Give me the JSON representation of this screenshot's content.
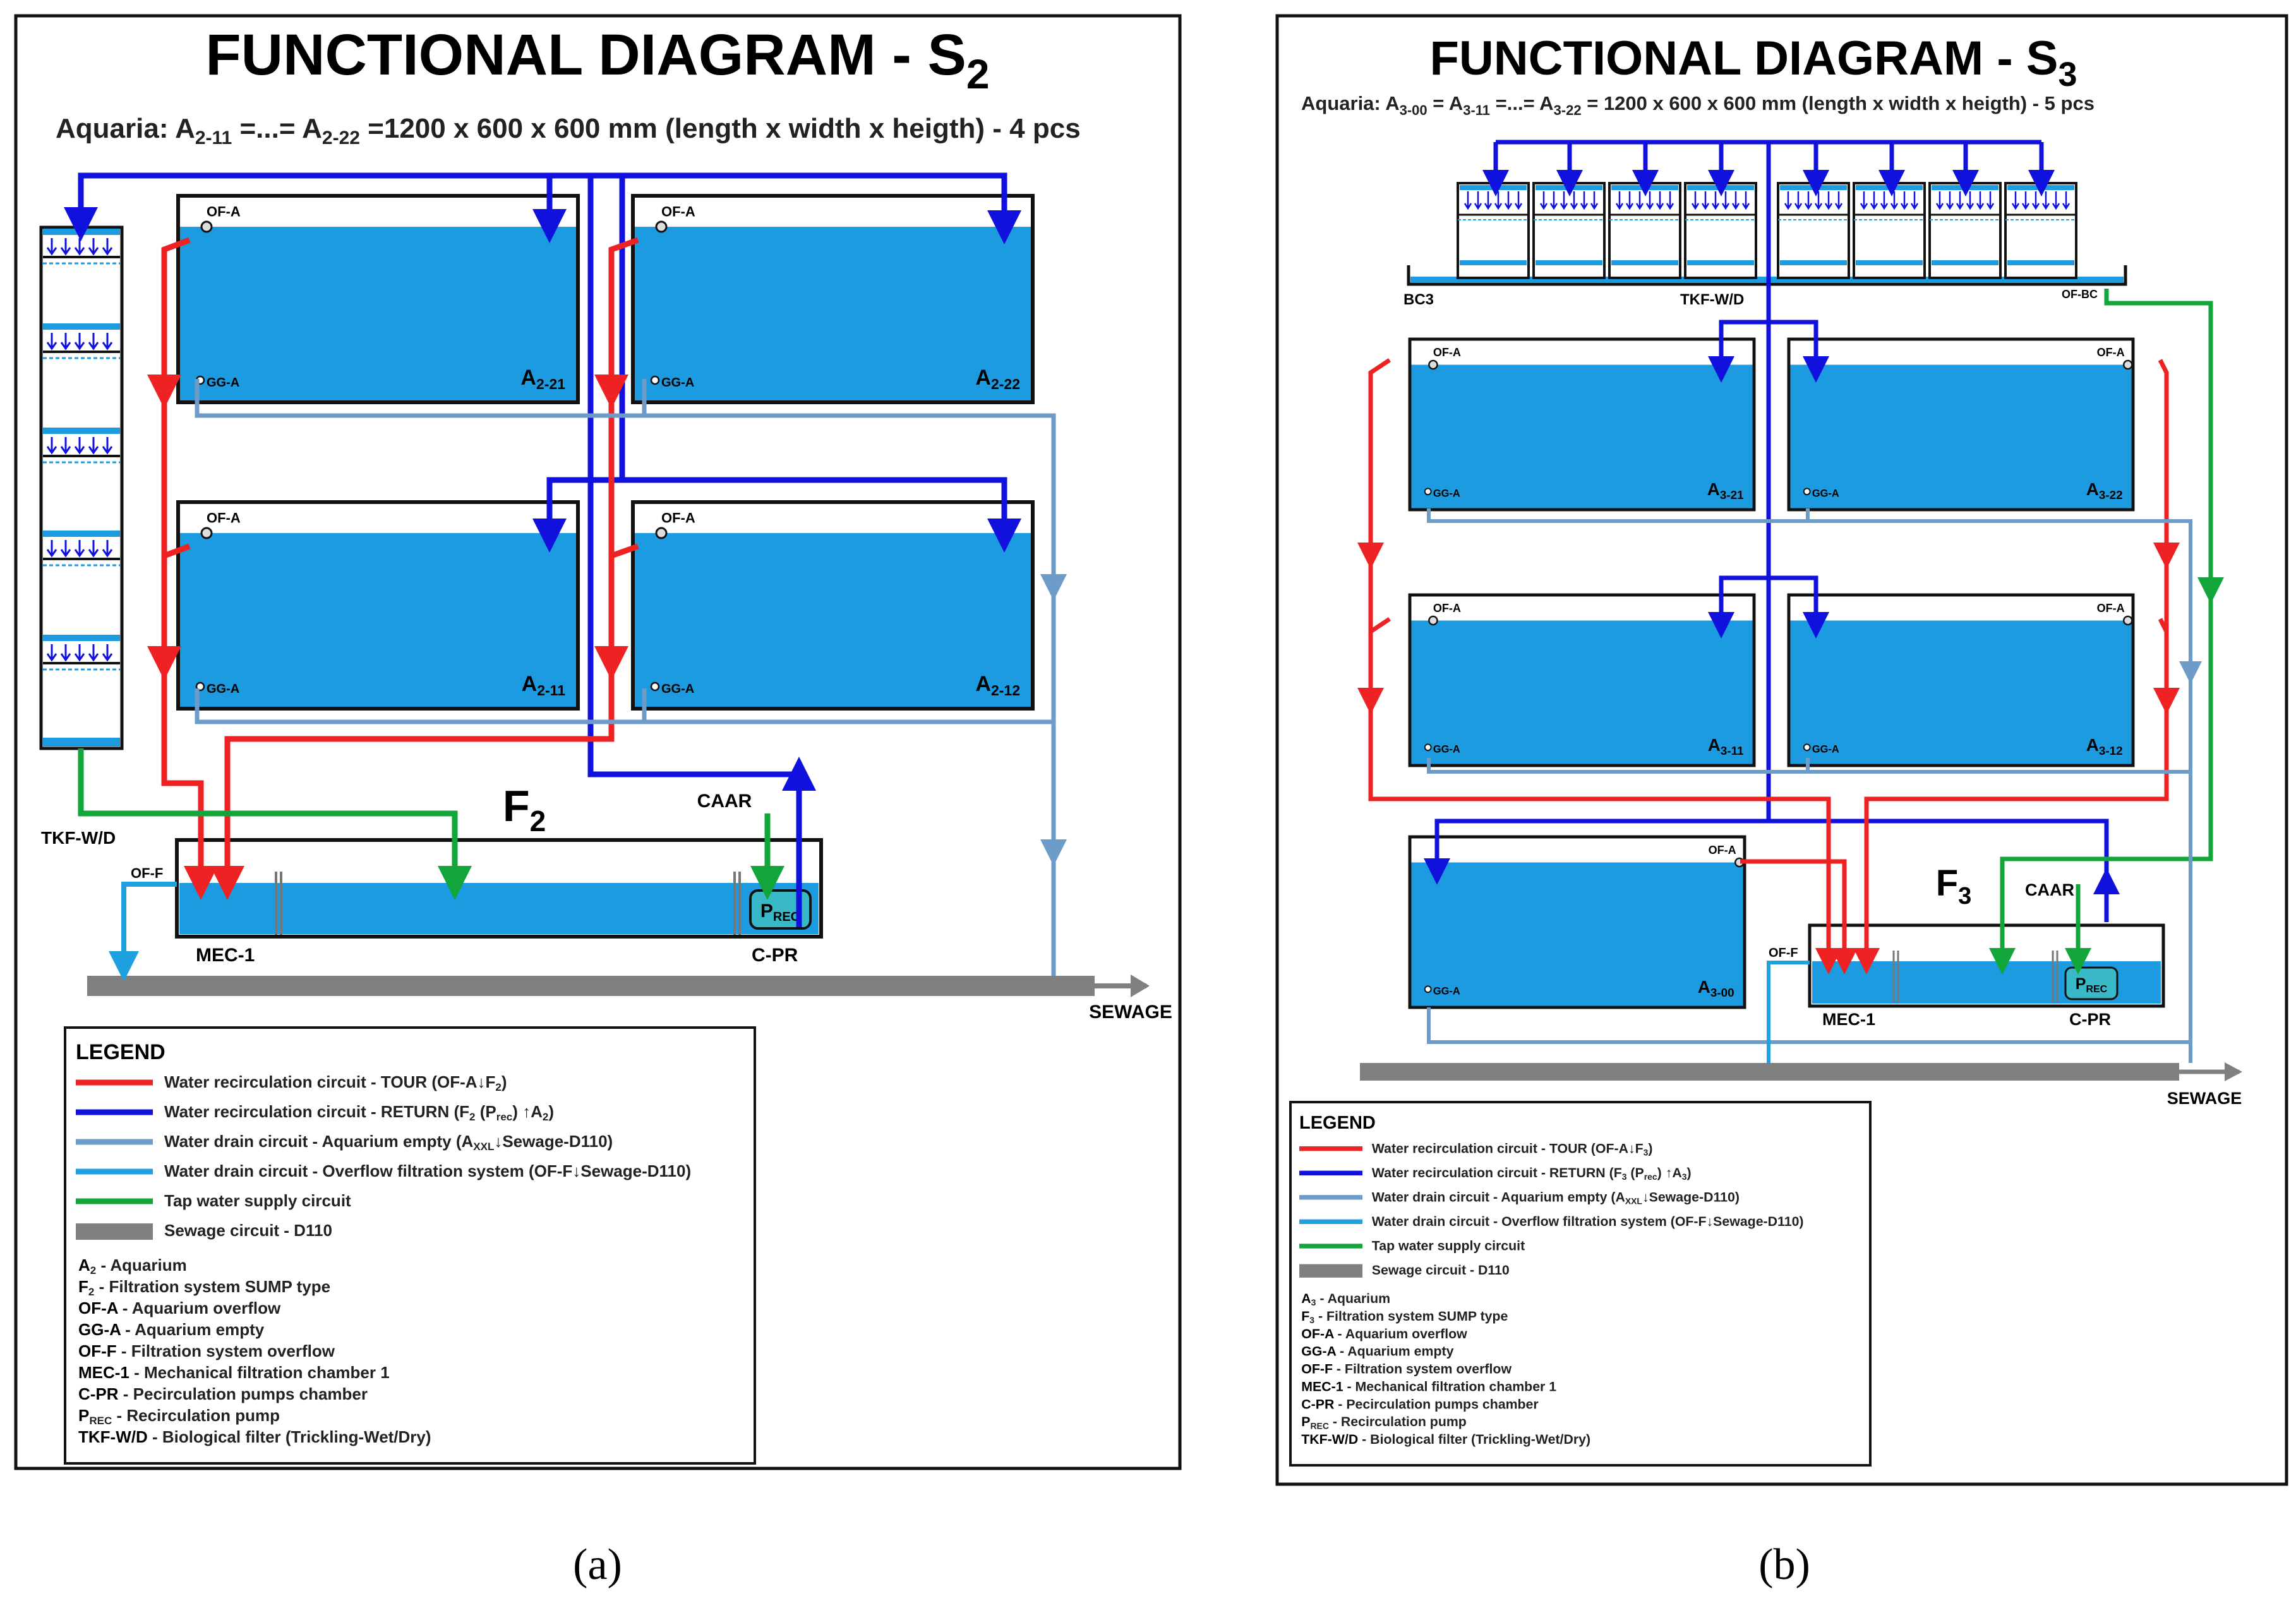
{
  "panel_a": {
    "title": "FUNCTIONAL DIAGRAM - S",
    "title_sub": "2",
    "aquaria_prefix": "Aquaria: ",
    "aquaria_line": [
      "A",
      "2-11",
      " =...= A",
      "2-22",
      " =1200 x 600 x 600 mm",
      " (length x width x heigth) - 4 pcs"
    ],
    "tanks": [
      {
        "label": "A",
        "sub": "2-21",
        "of": "OF-A",
        "gg": "GG-A"
      },
      {
        "label": "A",
        "sub": "2-22",
        "of": "OF-A",
        "gg": "GG-A"
      },
      {
        "label": "A",
        "sub": "2-11",
        "of": "OF-A",
        "gg": "GG-A"
      },
      {
        "label": "A",
        "sub": "2-12",
        "of": "OF-A",
        "gg": "GG-A"
      }
    ],
    "filter_label": "F",
    "filter_sub": "2",
    "caar": "CAAR",
    "pump": "P",
    "pump_sub": "REC",
    "of_f": "OF-F",
    "mec": "MEC-1",
    "cpr": "C-PR",
    "tkf": "TKF-W/D",
    "sewage": "SEWAGE",
    "caption": "(a)"
  },
  "panel_b": {
    "title": "FUNCTIONAL DIAGRAM - S",
    "title_sub": "3",
    "aquaria_line": [
      "Aquaria: A",
      "3-00",
      " = A",
      "3-11",
      " =...= A",
      "3-22",
      " = 1200 x 600 x 600 mm",
      " (length x width x heigth) - 5 pcs"
    ],
    "bc3": "BC3",
    "tkf": "TKF-W/D",
    "of_bc": "OF-BC",
    "tanks": [
      {
        "label": "A",
        "sub": "3-21",
        "of": "OF-A",
        "gg": "GG-A"
      },
      {
        "label": "A",
        "sub": "3-22",
        "of": "OF-A",
        "gg": "GG-A"
      },
      {
        "label": "A",
        "sub": "3-11",
        "of": "OF-A",
        "gg": "GG-A"
      },
      {
        "label": "A",
        "sub": "3-12",
        "of": "OF-A",
        "gg": "GG-A"
      },
      {
        "label": "A",
        "sub": "3-00",
        "of": "OF-A",
        "gg": "GG-A"
      }
    ],
    "filter_label": "F",
    "filter_sub": "3",
    "caar": "CAAR",
    "pump": "P",
    "pump_sub": "REC",
    "of_f": "OF-F",
    "mec": "MEC-1",
    "cpr": "C-PR",
    "sewage": "SEWAGE",
    "caption": "(b)"
  },
  "legend": {
    "title": "LEGEND",
    "lines": [
      {
        "text": "Water recirculation circuit - TOUR (OF-A↓F",
        "sub": "",
        "tail": ")",
        "color": "#ee2222"
      },
      {
        "text": "Water recirculation circuit - RETURN (F (P  ) ↑A )",
        "color": "#1111dd"
      },
      {
        "text": "Water drain circuit - Aquarium empty (A   ↓Sewage-D110)",
        "color": "#6e9cc8"
      },
      {
        "text": "Water drain circuit - Overflow filtration system (OF-F↓Sewage-D110)",
        "color": "#1fa0e0"
      },
      {
        "text": "Tap water supply circuit",
        "color": "#12a53a"
      },
      {
        "text": "Sewage circuit - D110",
        "color": "#808080"
      }
    ],
    "a_items": [
      [
        "A",
        "2",
        "- Aquarium"
      ],
      [
        "F",
        "2",
        "- Filtration system SUMP type"
      ],
      [
        "OF-A",
        "",
        "- Aquarium overflow"
      ],
      [
        "GG-A",
        "",
        "- Aquarium empty"
      ],
      [
        "OF-F",
        "",
        "- Filtration system overflow"
      ],
      [
        "MEC-1",
        "",
        "- Mechanical filtration chamber 1"
      ],
      [
        "C-PR",
        "",
        "- Pecirculation pumps chamber"
      ],
      [
        "P",
        "REC",
        "- Recirculation pump"
      ],
      [
        "TKF-W/D",
        "",
        "- Biological filter (Trickling-Wet/Dry)"
      ]
    ],
    "b_items": [
      [
        "A",
        "3",
        "- Aquarium"
      ],
      [
        "F",
        "3",
        "- Filtration system SUMP type"
      ],
      [
        "OF-A",
        "",
        "- Aquarium overflow"
      ],
      [
        "GG-A",
        "",
        "- Aquarium empty"
      ],
      [
        "OF-F",
        "",
        "- Filtration system overflow"
      ],
      [
        "MEC-1",
        "",
        "- Mechanical filtration chamber 1"
      ],
      [
        "C-PR",
        "",
        "- Pecirculation pumps chamber"
      ],
      [
        "P",
        "REC",
        "- Recirculation pump"
      ],
      [
        "TKF-W/D",
        "",
        "- Biological filter (Trickling-Wet/Dry)"
      ]
    ],
    "a_lines": [
      [
        "Water recirculation circuit - TOUR (",
        "OF-A↓F",
        "2",
        ")"
      ],
      [
        "Water recirculation circuit - RETURN (",
        "F",
        "2",
        " (P",
        "rec",
        ") ↑A",
        "2",
        ")"
      ],
      [
        "Water drain circuit - Aquarium empty (A",
        "XXL",
        "↓Sewage-D110)"
      ],
      [
        "Water drain circuit - Overflow filtration system (OF-F↓Sewage-D110)"
      ],
      [
        "Tap water supply circuit"
      ],
      [
        "Sewage circuit - D110"
      ]
    ],
    "b_lines": [
      [
        "Water recirculation circuit - TOUR (",
        "OF-A↓F",
        "3",
        ")"
      ],
      [
        "Water recirculation circuit - RETURN (",
        "F",
        "3",
        " (P",
        "rec",
        ") ↑A",
        "3",
        ")"
      ],
      [
        "Water drain circuit - Aquarium empty (A",
        "XXL",
        "↓Sewage-D110)"
      ],
      [
        "Water drain circuit - Overflow filtration system (OF-F↓Sewage-D110)"
      ],
      [
        "Tap water supply circuit"
      ],
      [
        "Sewage circuit - D110"
      ]
    ]
  },
  "colors": {
    "water": "#1c9be0",
    "red": "#ee2222",
    "blue": "#1111dd",
    "drain": "#6e9cc8",
    "overflow": "#1fa0e0",
    "green": "#12a53a",
    "sewage": "#808080"
  }
}
